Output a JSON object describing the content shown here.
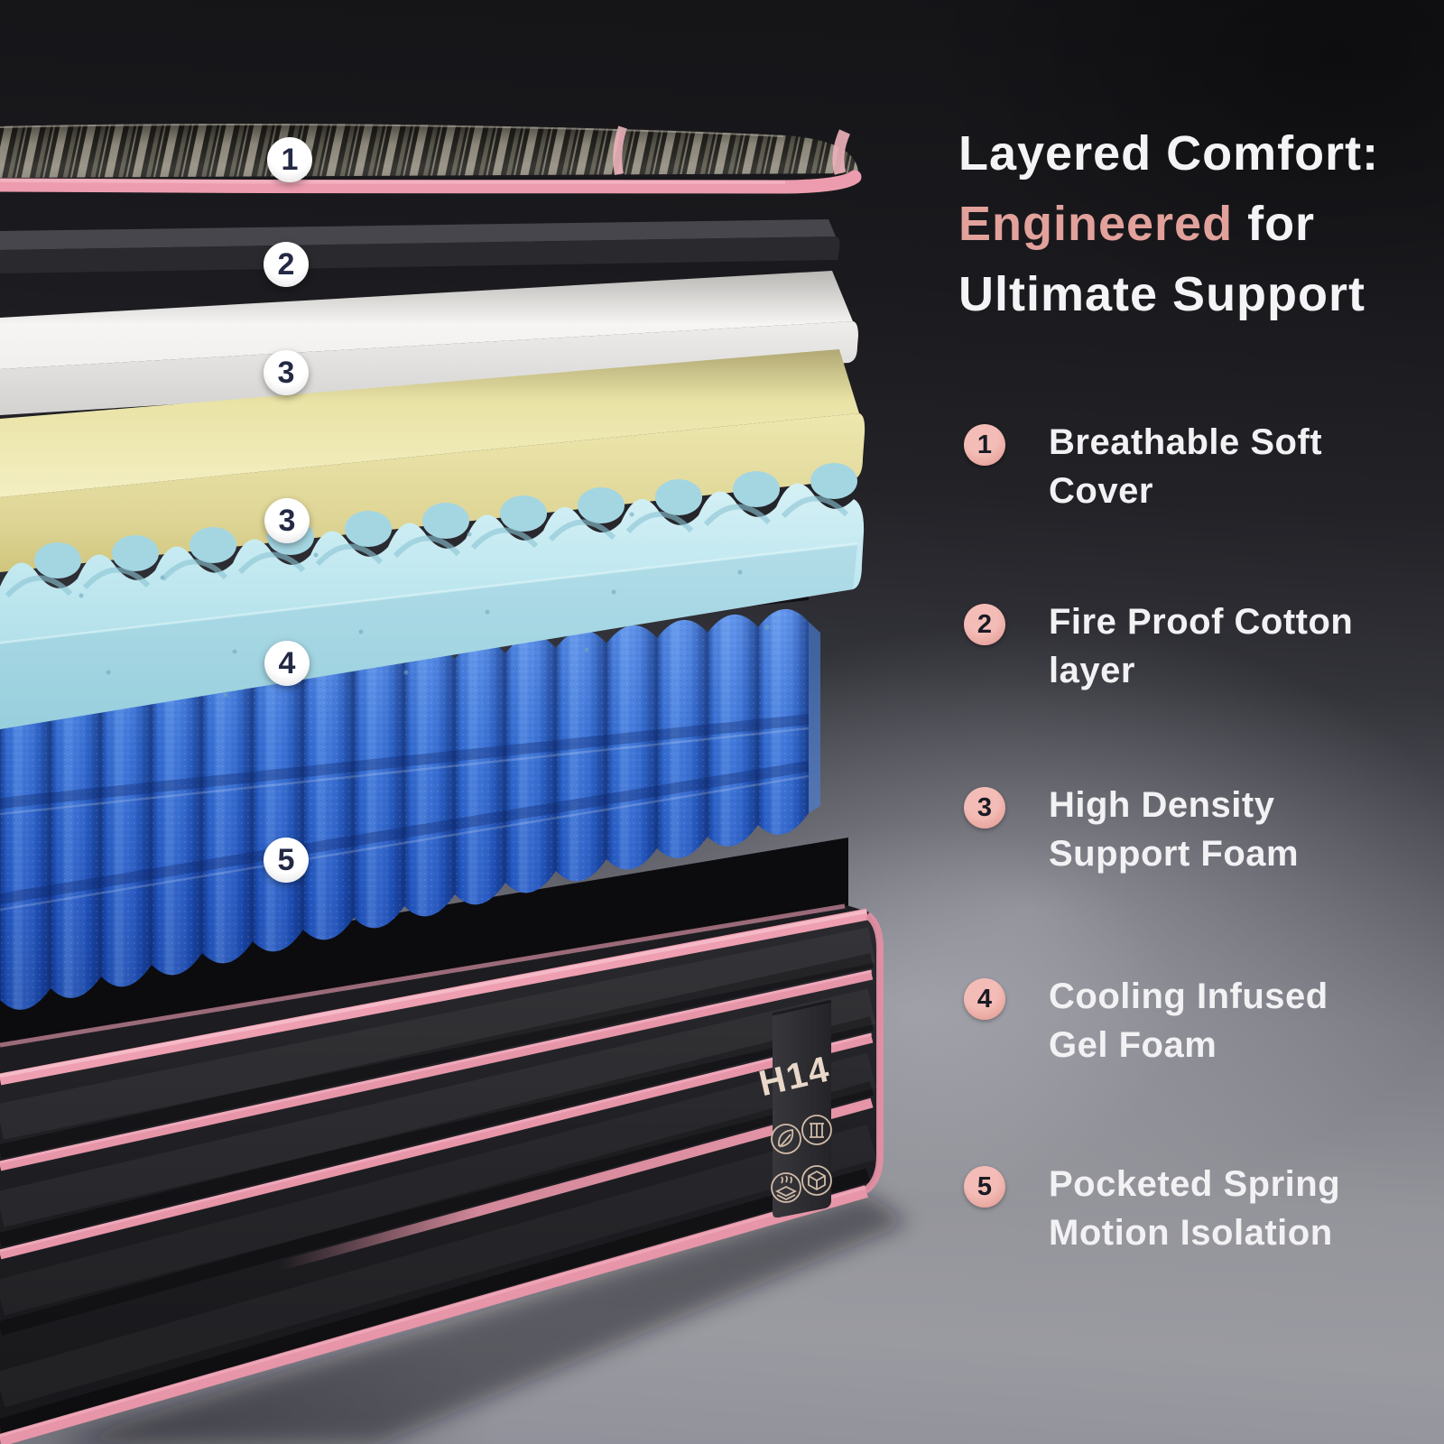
{
  "title": {
    "line1": "Layered Comfort:",
    "accent_word": "Engineered",
    "line2_rest": " for",
    "line3": "Ultimate Support"
  },
  "legend": [
    {
      "num": "1",
      "line1": "Breathable Soft",
      "line2": "Cover"
    },
    {
      "num": "2",
      "line1": "Fire Proof Cotton",
      "line2": "layer"
    },
    {
      "num": "3",
      "line1": "High Density",
      "line2": "Support Foam"
    },
    {
      "num": "4",
      "line1": "Cooling Infused",
      "line2": "Gel Foam"
    },
    {
      "num": "5",
      "line1": "Pocketed Spring",
      "line2": "Motion Isolation"
    }
  ],
  "layer_markers": [
    {
      "num": "1"
    },
    {
      "num": "2"
    },
    {
      "num": "3"
    },
    {
      "num": "3"
    },
    {
      "num": "4"
    },
    {
      "num": "5"
    }
  ],
  "base_tag": {
    "model": "H14",
    "icons": [
      "leaf-icon",
      "pocket-spring-icon",
      "pressure-relief-icon",
      "box-icon"
    ]
  },
  "colors": {
    "accent_pink_text": "#e2a19b",
    "legend_badge_pink": "#e8a79f",
    "piping_pink": "#ec9cae",
    "cover_stripe_light": "#938e80",
    "cover_stripe_dark": "#24231f",
    "foam_white": "#ececea",
    "foam_yellow": "#eae3a4",
    "gel_cyan": "#bfe7ef",
    "spring_blue": "#2f6fd8",
    "base_black": "#202024",
    "tag_text_beige": "#e9d8c9",
    "marker_navy": "#242a44",
    "background_top": "#17171b",
    "background_bottom": "#9a9aa1"
  }
}
